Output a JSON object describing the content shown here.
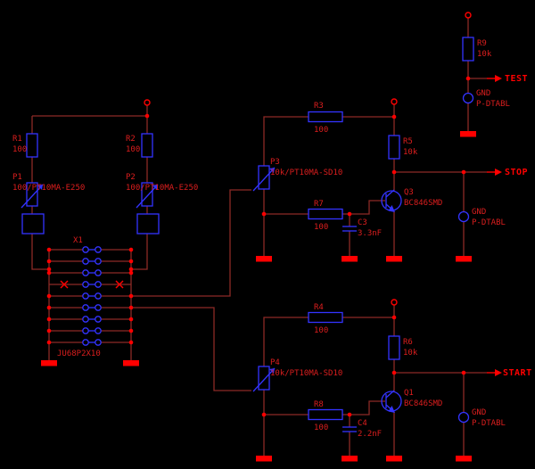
{
  "colors": {
    "background": "#000000",
    "wire": "#8c2a26",
    "symbol": "#3333ff",
    "text": "#dc1e1e",
    "accent": "#ff0000"
  },
  "signals": {
    "test": "TEST",
    "stop": "STOP",
    "start": "START"
  },
  "jack": {
    "name": "GND",
    "value": "P-DTABL"
  },
  "components": {
    "r1": {
      "name": "R1",
      "value": "100"
    },
    "r2": {
      "name": "R2",
      "value": "100"
    },
    "r3": {
      "name": "R3",
      "value": "100"
    },
    "r4": {
      "name": "R4",
      "value": "100"
    },
    "r5": {
      "name": "R5",
      "value": "10k"
    },
    "r6": {
      "name": "R6",
      "value": "10k"
    },
    "r7": {
      "name": "R7",
      "value": "100"
    },
    "r8": {
      "name": "R8",
      "value": "100"
    },
    "r9": {
      "name": "R9",
      "value": "10k"
    },
    "p1": {
      "name": "P1",
      "value": "100/PT10MA-E250"
    },
    "p2": {
      "name": "P2",
      "value": "100/PT10MA-E250"
    },
    "p3": {
      "name": "P3",
      "value": "10k/PT10MA-SD10"
    },
    "p4": {
      "name": "P4",
      "value": "10k/PT10MA-SD10"
    },
    "c3": {
      "name": "C3",
      "value": "3.3nF"
    },
    "c4": {
      "name": "C4",
      "value": "2.2nF"
    },
    "q1": {
      "name": "Q1",
      "value": "BC846SMD"
    },
    "q3": {
      "name": "Q3",
      "value": "BC846SMD"
    },
    "x1": {
      "name": "X1",
      "value": "JU68P2X10"
    }
  }
}
